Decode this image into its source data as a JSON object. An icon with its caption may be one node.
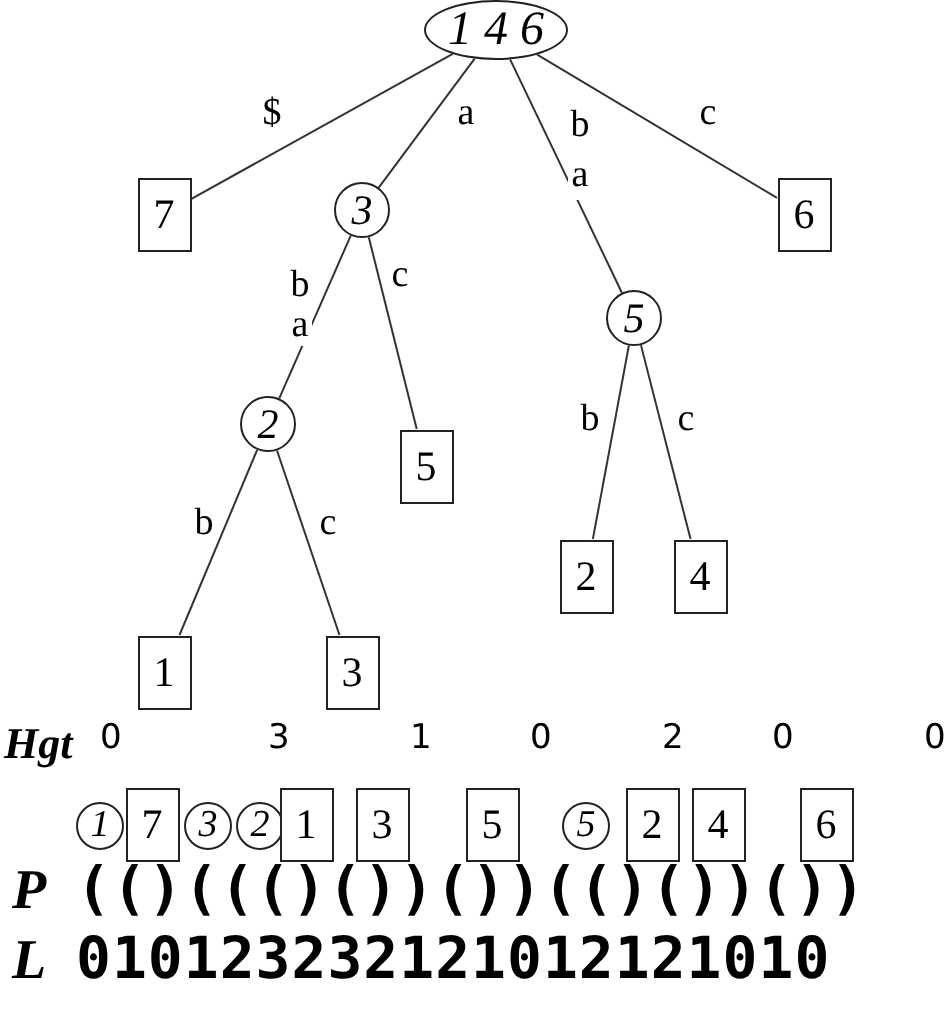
{
  "diagram": {
    "nodes": [
      {
        "text": [
          "1 4 6"
        ]
      },
      {
        "text": [
          "7"
        ]
      },
      {
        "text": [
          "3"
        ]
      },
      {
        "text": [
          "6"
        ]
      },
      {
        "text": [
          "5"
        ]
      },
      {
        "text": [
          "2"
        ]
      },
      {
        "text": [
          "5"
        ]
      },
      {
        "text": [
          "2"
        ]
      },
      {
        "text": [
          "4"
        ]
      },
      {
        "text": [
          "1"
        ]
      },
      {
        "text": [
          "3"
        ]
      },
      {
        "text": [
          "1"
        ]
      },
      {
        "text": [
          "7"
        ]
      },
      {
        "text": [
          "3"
        ]
      },
      {
        "text": [
          "2"
        ]
      },
      {
        "text": [
          "1"
        ]
      },
      {
        "text": [
          "3"
        ]
      },
      {
        "text": [
          "5"
        ]
      },
      {
        "text": [
          "5"
        ]
      },
      {
        "text": [
          "2"
        ]
      },
      {
        "text": [
          "4"
        ]
      },
      {
        "text": [
          "6"
        ]
      }
    ],
    "edges": [
      {
        "from": 0,
        "to": 1,
        "arrow": "none",
        "label": "$"
      },
      {
        "from": 0,
        "to": 2,
        "arrow": "none",
        "label": "a"
      },
      {
        "from": 0,
        "to": 4,
        "arrow": "none",
        "label": "b a"
      },
      {
        "from": 0,
        "to": 3,
        "arrow": "none",
        "label": "c"
      },
      {
        "from": 2,
        "to": 5,
        "arrow": "none",
        "label": "b a"
      },
      {
        "from": 2,
        "to": 6,
        "arrow": "none",
        "label": "c"
      },
      {
        "from": 4,
        "to": 7,
        "arrow": "none",
        "label": "b"
      },
      {
        "from": 4,
        "to": 8,
        "arrow": "none",
        "label": "c"
      },
      {
        "from": 5,
        "to": 9,
        "arrow": "none",
        "label": "b"
      },
      {
        "from": 5,
        "to": 10,
        "arrow": "none",
        "label": "c"
      }
    ],
    "labels": [
      "Hgt",
      "0",
      "3",
      "1",
      "0",
      "2",
      "0",
      "0",
      "P",
      "(()((()())())(()())())",
      "L",
      "010123232121012121010"
    ]
  }
}
